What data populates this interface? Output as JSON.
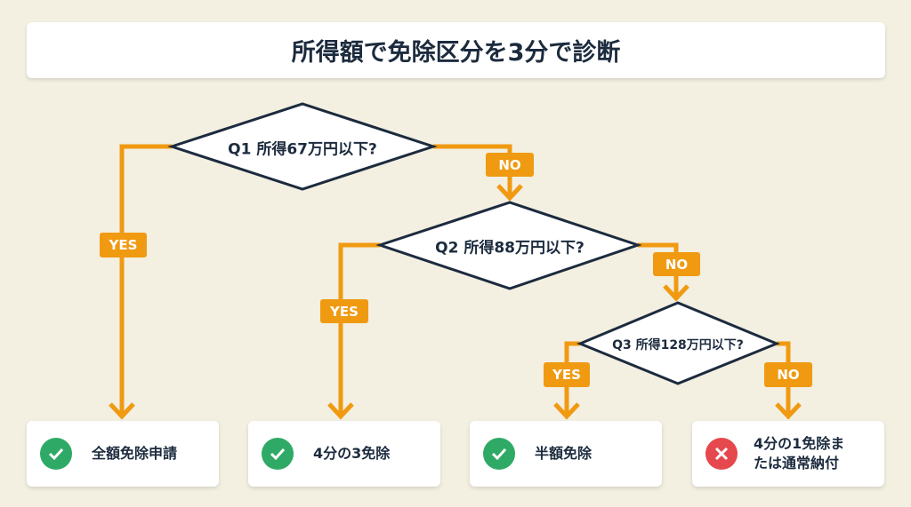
{
  "title": "所得額で免除区分を3分で診断",
  "questions": [
    "Q1 所得67万円以下?",
    "Q2 所得88万円以下?",
    "Q3 所得128万円以下?"
  ],
  "labels": {
    "yes": "YES",
    "no": "NO"
  },
  "results": [
    {
      "text": "全額免除申請",
      "icon": "check-icon"
    },
    {
      "text": "4分の3免除",
      "icon": "check-icon"
    },
    {
      "text": "半額免除",
      "icon": "check-icon"
    },
    {
      "text": "4分の1免除または通常納付",
      "line1": "4分の1免除ま",
      "line2": "たは通常納付",
      "icon": "x-icon"
    }
  ],
  "colors": {
    "accent": "#f09a12",
    "ok": "#2eaa66",
    "ng": "#e5484d",
    "ink": "#1c2b3e"
  }
}
